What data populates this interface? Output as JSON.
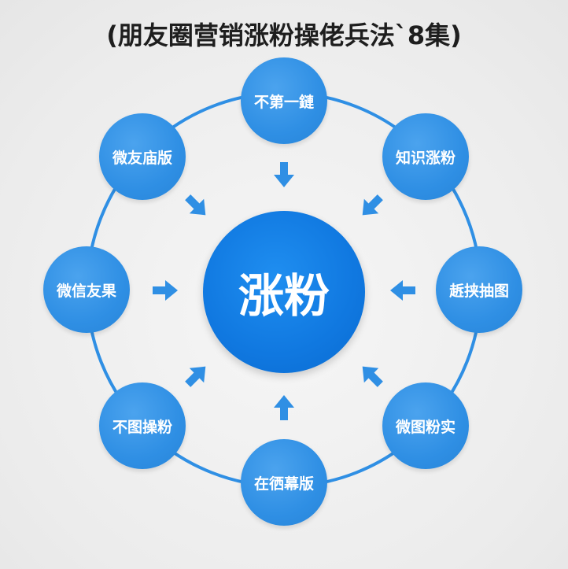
{
  "title": "(朋友圈营销涨粉操佬兵法`8集)",
  "center_label": "涨粉",
  "nodes": [
    {
      "label": "不第一鏈"
    },
    {
      "label": "知识涨粉"
    },
    {
      "label": "䞣挟抽图"
    },
    {
      "label": "微图粉实"
    },
    {
      "label": "在徆幕版"
    },
    {
      "label": "不图操粉"
    },
    {
      "label": "微信友果"
    },
    {
      "label": "微友庙版"
    }
  ],
  "colors": {
    "node": "#2f8fe4",
    "center": "#1078e0",
    "ring": "#2f8fe4",
    "arrow": "#2f8fe4",
    "title": "#1e1e1e"
  }
}
